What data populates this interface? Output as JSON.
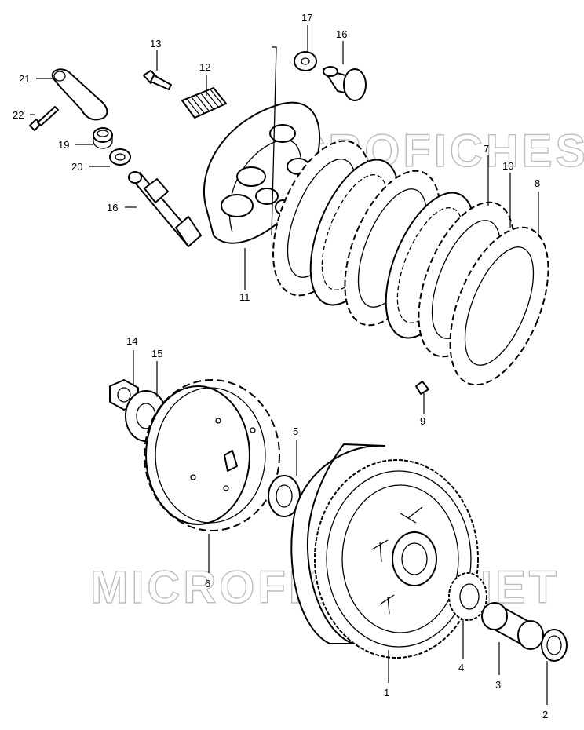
{
  "watermark": {
    "text": "MICROFICHES.NET"
  },
  "callouts": [
    {
      "id": "callout-1",
      "label": "1"
    },
    {
      "id": "callout-2",
      "label": "2"
    },
    {
      "id": "callout-3",
      "label": "3"
    },
    {
      "id": "callout-4",
      "label": "4"
    },
    {
      "id": "callout-5",
      "label": "5"
    },
    {
      "id": "callout-6",
      "label": "6"
    },
    {
      "id": "callout-7",
      "label": "7"
    },
    {
      "id": "callout-8",
      "label": "8"
    },
    {
      "id": "callout-9",
      "label": "9"
    },
    {
      "id": "callout-10",
      "label": "10"
    },
    {
      "id": "callout-11",
      "label": "11"
    },
    {
      "id": "callout-12",
      "label": "12"
    },
    {
      "id": "callout-13",
      "label": "13"
    },
    {
      "id": "callout-14",
      "label": "14"
    },
    {
      "id": "callout-15",
      "label": "15"
    },
    {
      "id": "callout-16a",
      "label": "16"
    },
    {
      "id": "callout-16b",
      "label": "16"
    },
    {
      "id": "callout-17",
      "label": "17"
    },
    {
      "id": "callout-19",
      "label": "19"
    },
    {
      "id": "callout-20",
      "label": "20"
    },
    {
      "id": "callout-21",
      "label": "21"
    },
    {
      "id": "callout-22",
      "label": "22"
    }
  ]
}
